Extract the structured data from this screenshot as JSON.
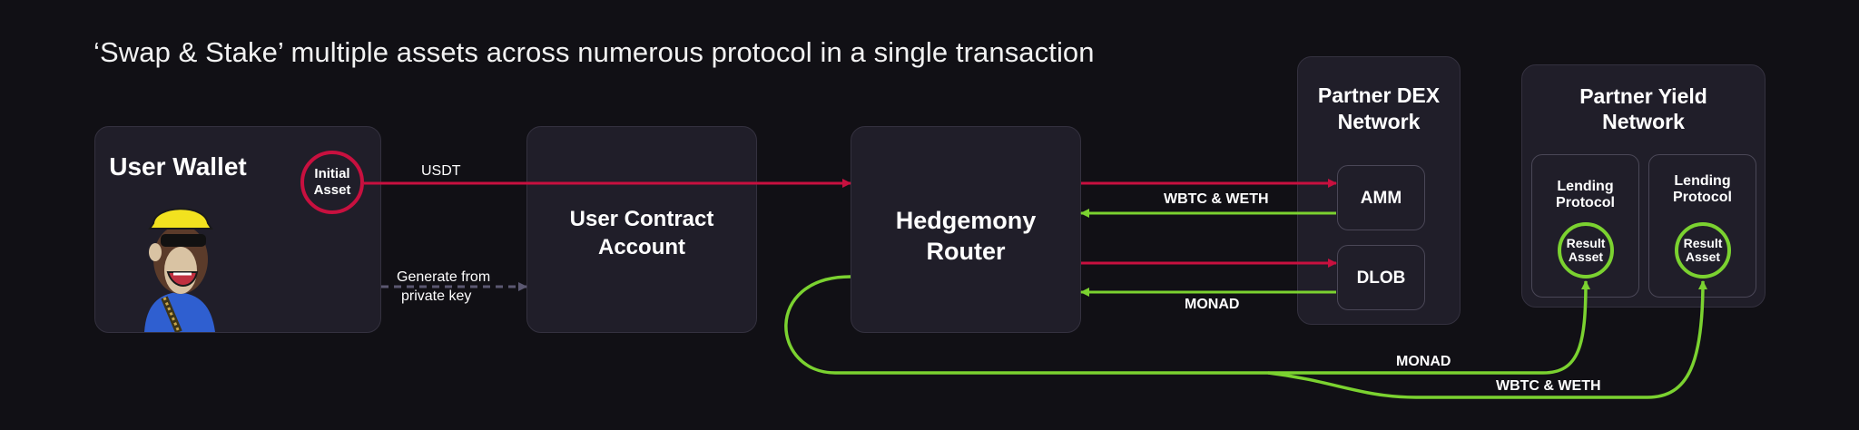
{
  "title": "‘Swap & Stake’ multiple assets across numerous protocol in a single transaction",
  "colors": {
    "background": "#111015",
    "box": "#201e29",
    "red": "#c8103f",
    "green": "#7bd230",
    "dashed": "#5b5871"
  },
  "user_wallet": {
    "title": "User Wallet",
    "initial_asset": [
      "Initial",
      "Asset"
    ],
    "avatar": "ape-avatar-icon"
  },
  "user_contract": {
    "title_lines": [
      "User Contract",
      "Account"
    ]
  },
  "router": {
    "title_lines": [
      "Hedgemony",
      "Router"
    ]
  },
  "dex_network": {
    "title_lines": [
      "Partner DEX",
      "Network"
    ],
    "items": [
      "AMM",
      "DLOB"
    ]
  },
  "yield_network": {
    "title_lines": [
      "Partner Yield",
      "Network"
    ],
    "protocols": [
      {
        "name_lines": [
          "Lending",
          "Protocol"
        ],
        "result": [
          "Result",
          "Asset"
        ]
      },
      {
        "name_lines": [
          "Lending",
          "Protocol"
        ],
        "result": [
          "Result",
          "Asset"
        ]
      }
    ]
  },
  "flow_labels": {
    "usdt": "USDT",
    "generate": [
      "Generate from",
      "private key"
    ],
    "wbtc_weth_dex": "WBTC & WETH",
    "monad_dex": "MONAD",
    "monad_yield": "MONAD",
    "wbtc_weth_yield": "WBTC & WETH"
  }
}
